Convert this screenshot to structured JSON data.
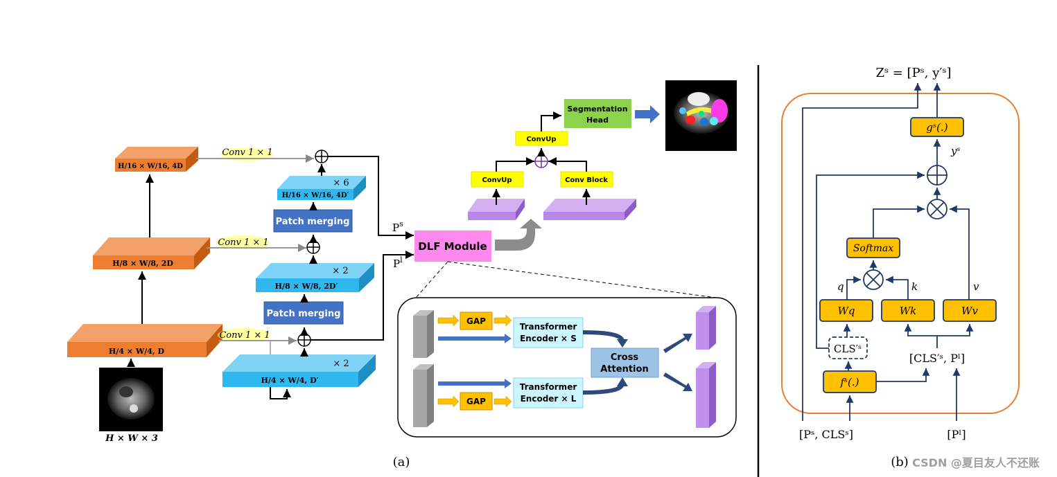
{
  "panel_a": {
    "caption": "(a)",
    "input_label": "H × W × 3",
    "orange_levels": [
      {
        "label": "H/16 × W/16, 4D"
      },
      {
        "label": "H/8 × W/8, 2D"
      },
      {
        "label": "H/4 × W/4, D"
      }
    ],
    "blue_levels": [
      {
        "label": "H/16 × W/16, 4D′",
        "repeat": "× 6"
      },
      {
        "label": "H/8 × W/8, 2D′",
        "repeat": "× 2"
      },
      {
        "label": "H/4 × W/4, D′",
        "repeat": "× 2"
      }
    ],
    "conv_label": "Conv 1 × 1",
    "patch_merging": "Patch merging",
    "ps_label": "P",
    "ps_sup": "s",
    "pl_label": "P",
    "pl_sup": "l",
    "dlf_module": "DLF Module",
    "convup": "ConvUp",
    "conv_block": "Conv Block",
    "seg_head_line1": "Segmentation",
    "seg_head_line2": "Head",
    "dlf_detail": {
      "gap": "GAP",
      "transformer_s_line1": "Transformer",
      "transformer_s_line2": "Encoder × S",
      "transformer_l_line1": "Transformer",
      "transformer_l_line2": "Encoder × L",
      "cross_attention_line1": "Cross",
      "cross_attention_line2": "Attention"
    }
  },
  "panel_b": {
    "caption": "(b)",
    "output": "Zˢ = [Pˢ, y′ˢ]",
    "g_box": "gˢ(.)",
    "y_label": "yˢ",
    "softmax": "Softmax",
    "wq": "Wq",
    "wk": "Wk",
    "wv": "Wv",
    "q": "q",
    "k": "k",
    "v": "v",
    "cls_box": "CLS′ˢ",
    "cls_pl": "[CLS′ˢ, Pˡ]",
    "f_box": "fˢ(.)",
    "input_s": "[Pˢ, CLSˢ]",
    "input_l": "[Pˡ]"
  },
  "watermark": "CSDN @夏目友人不还账",
  "colors": {
    "orange": "#ED7D31",
    "sky": "#2FB8F0",
    "navy_box": "#4472C4",
    "pink": "#FF88EE",
    "yellow": "#FFFF00",
    "green": "#8CD24A",
    "purple": "#B987E8",
    "gold": "#FFC000",
    "line_b": "#1F3864",
    "frame_b": "#ED7D31"
  }
}
